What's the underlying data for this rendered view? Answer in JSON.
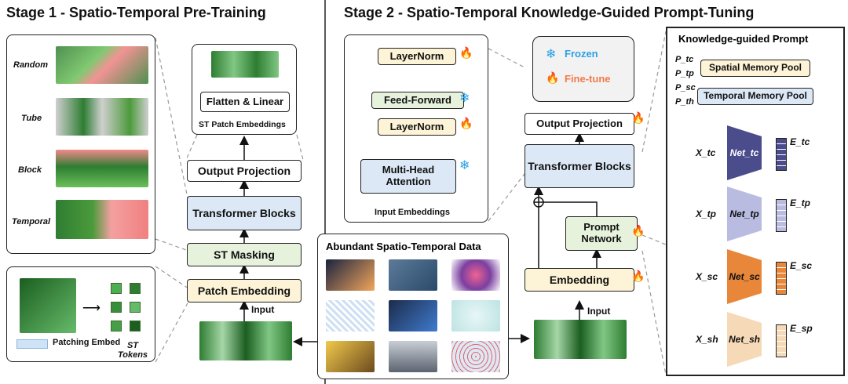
{
  "stage1": {
    "title": "Stage 1 - Spatio-Temporal Pre-Training",
    "mask_types": [
      "Random",
      "Tube",
      "Block",
      "Temporal"
    ],
    "patching": {
      "patching_embed": "Patching Embed",
      "st_tokens": "ST Tokens"
    },
    "patch_embedding": "Patch Embedding",
    "st_masking": "ST Masking",
    "transformer_blocks": "Transformer Blocks",
    "output_projection": "Output Projection",
    "flatten_linear": "Flatten & Linear",
    "st_patch_embeddings": "ST Patch Embeddings",
    "input": "Input"
  },
  "stage2": {
    "title": "Stage 2 - Spatio-Temporal Knowledge-Guided Prompt-Tuning",
    "detail": {
      "layernorm_top": "LayerNorm",
      "feed_forward": "Feed-Forward",
      "layernorm_mid": "LayerNorm",
      "mha": "Multi-Head Attention",
      "input_embeddings": "Input Embeddings"
    },
    "legend": {
      "frozen": "Frozen",
      "finetune": "Fine-tune"
    },
    "output_projection": "Output Projection",
    "transformer_blocks": "Transformer Blocks",
    "prompt_network": "Prompt Network",
    "embedding": "Embedding",
    "input": "Input",
    "data_title": "Abundant Spatio-Temporal Data"
  },
  "knowledge": {
    "title": "Knowledge-guided Prompt",
    "p_labels": [
      "P_tc",
      "P_tp",
      "P_sc",
      "P_th"
    ],
    "spatial_pool": "Spatial Memory Pool",
    "temporal_pool": "Temporal Memory Pool",
    "nets": [
      {
        "x": "X_tc",
        "net": "Net_tc",
        "e": "E_tc",
        "color": "#4a4c8c"
      },
      {
        "x": "X_tp",
        "net": "Net_tp",
        "e": "E_tp",
        "color": "#b9bbe0"
      },
      {
        "x": "X_sc",
        "net": "Net_sc",
        "e": "E_sc",
        "color": "#e8873a"
      },
      {
        "x": "X_sh",
        "net": "Net_sh",
        "e": "E_sp",
        "color": "#f6d9b6"
      }
    ]
  },
  "colors": {
    "frozen": "#2aa0e6",
    "finetune": "#f47a4b",
    "blue_box": "#dce8f5",
    "green_box": "#e6f2dc",
    "yellow_box": "#fdf3d6"
  }
}
